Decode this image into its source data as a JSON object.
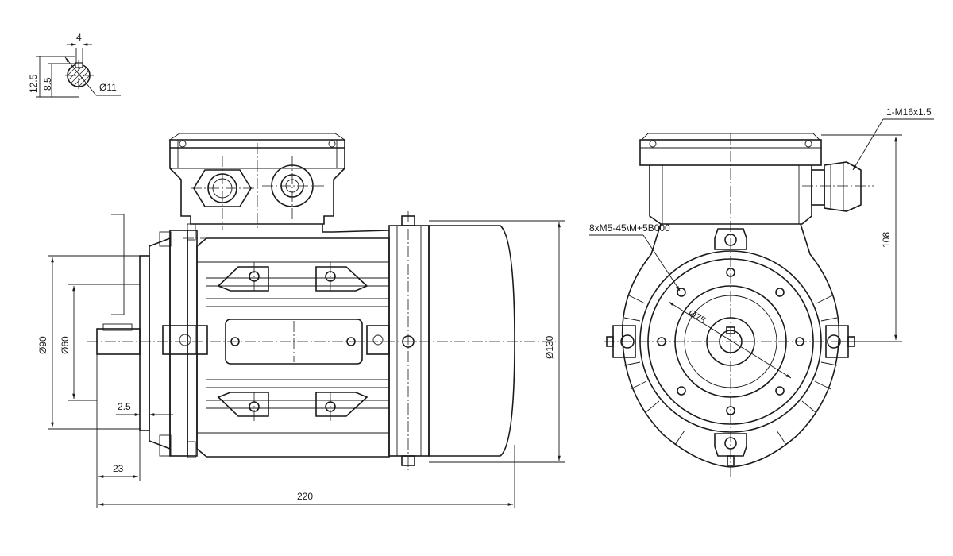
{
  "drawing": {
    "dimensions": {
      "key_width": "4",
      "shaft_height": "12.5",
      "keyway_depth": "8.5",
      "shaft_dia": "Ø11",
      "flange_outer_dia": "Ø90",
      "spigot_dia": "Ø60",
      "spigot_depth": "2.5",
      "shaft_length": "23",
      "overall_length": "220",
      "housing_dia": "Ø130",
      "cable_gland": "1-M16x1.5",
      "shaft_center_height": "108",
      "fixing_holes": "8xM5-45\\M+5B000",
      "pitch_circle_dia": "Ø75"
    }
  }
}
